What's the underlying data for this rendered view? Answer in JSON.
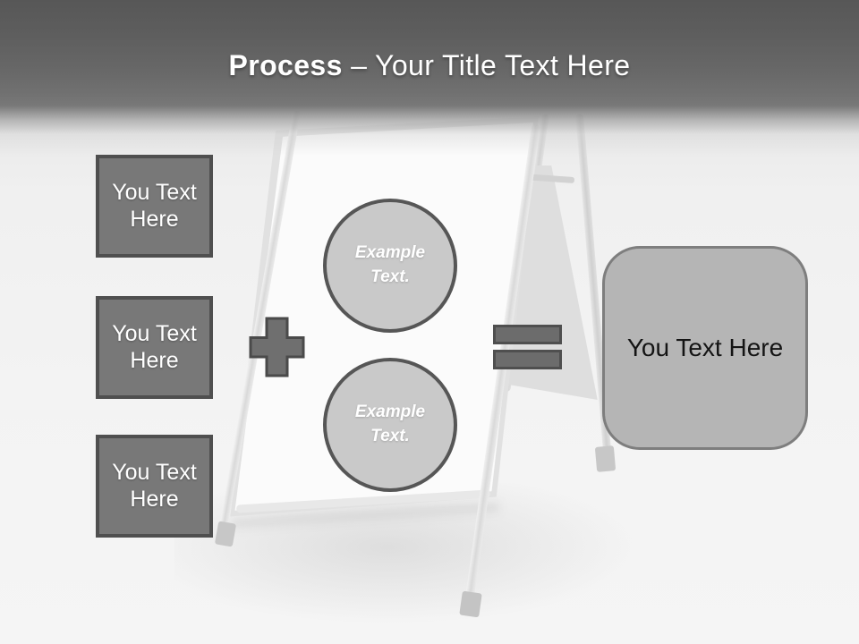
{
  "slide": {
    "title": {
      "bold": "Process",
      "rest": "– Your Title Text Here"
    },
    "left_boxes": [
      {
        "label": "You Text Here"
      },
      {
        "label": "You Text Here"
      },
      {
        "label": "You Text Here"
      }
    ],
    "operators": {
      "plus_symbol": "+",
      "equals_symbol": "="
    },
    "circles": [
      {
        "label": "Example Text."
      },
      {
        "label": "Example Text."
      }
    ],
    "result_box": {
      "label": "You Text Here"
    },
    "colors": {
      "header_top": "#585858",
      "header_bottom": "#7a7a7a",
      "canvas_background": "#f2f2f2",
      "box_fill": "#787878",
      "box_border": "#4f4f4f",
      "box_text": "#ffffff",
      "circle_fill": "#c9c9c9",
      "circle_border": "#565656",
      "circle_text": "#ffffff",
      "operator_fill": "#6f6f6f",
      "operator_border": "#4a4a4a",
      "result_fill": "#b5b5b5",
      "result_border": "#7e7e7e",
      "result_text": "#141414",
      "title_text": "#ffffff"
    }
  }
}
